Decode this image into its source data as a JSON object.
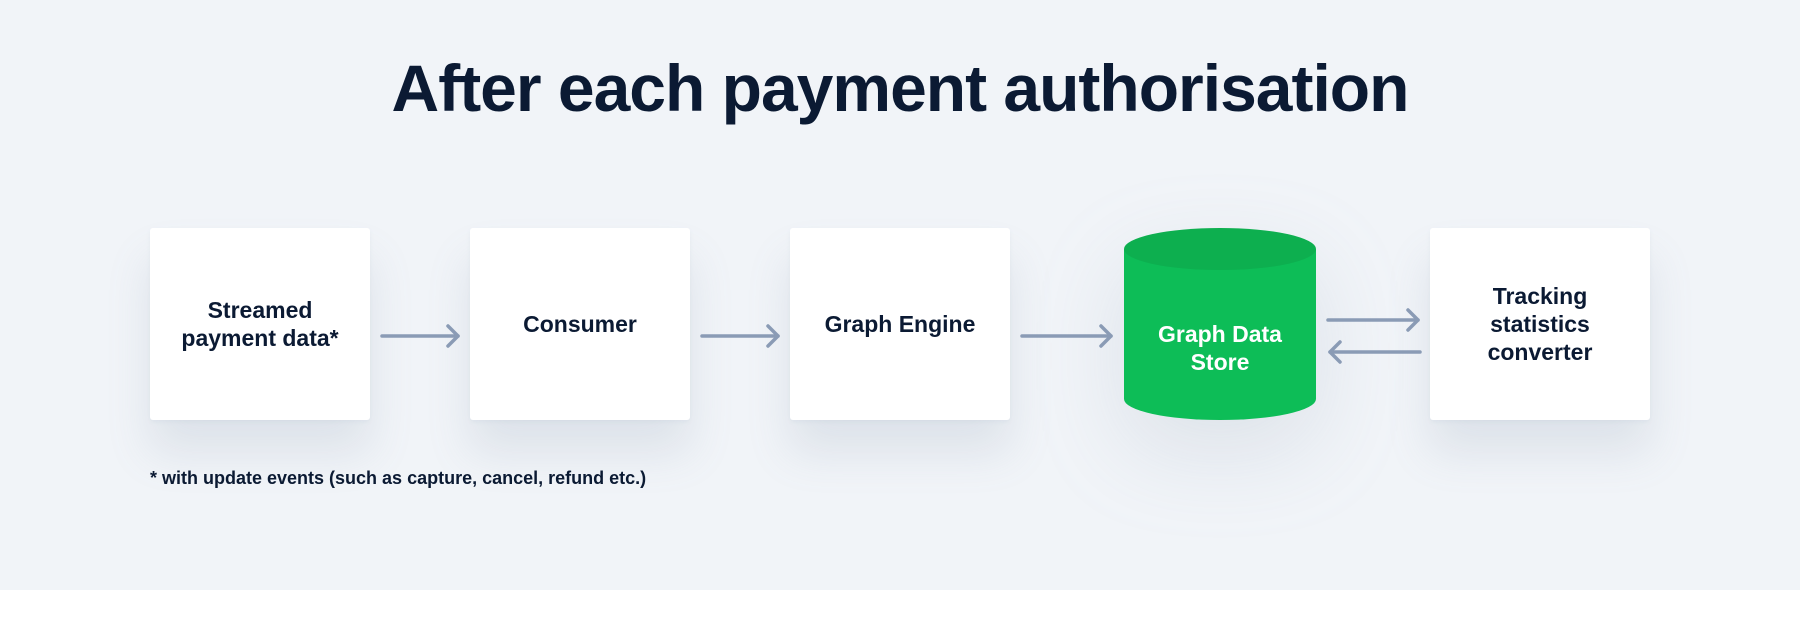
{
  "title": "After each payment authorisation",
  "nodes": {
    "streamed": "Streamed\npayment data*",
    "consumer": "Consumer",
    "graph_engine": "Graph Engine",
    "graph_data_store": "Graph Data\nStore",
    "tracking": "Tracking\nstatistics\nconverter"
  },
  "footnote": "* with update events (such as capture, cancel, refund etc.)",
  "colors": {
    "background": "#f1f4f8",
    "box": "#ffffff",
    "text": "#0b1a33",
    "database": "#0dbd57",
    "database_top": "#0daf4f",
    "arrow": "#8a9bb5"
  }
}
